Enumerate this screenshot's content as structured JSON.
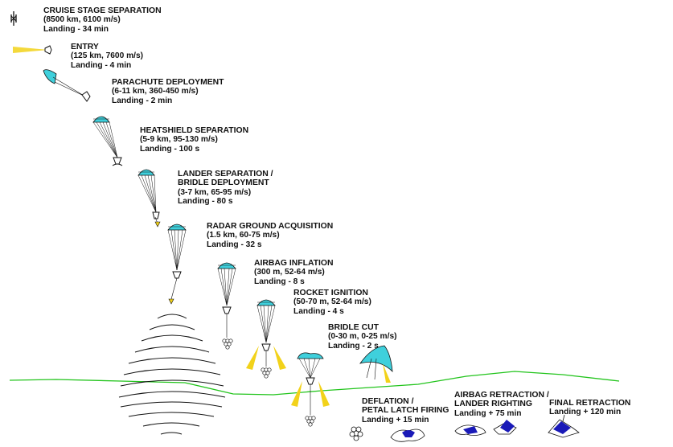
{
  "stages": [
    {
      "id": "cruise",
      "title": "CRUISE STAGE SEPARATION",
      "subtitle": "",
      "params": "(8500 km, 6100 m/s)",
      "timing": "Landing - 34 min"
    },
    {
      "id": "entry",
      "title": "ENTRY",
      "subtitle": "",
      "params": "(125 km, 7600 m/s)",
      "timing": "Landing - 4 min"
    },
    {
      "id": "parachute",
      "title": "PARACHUTE DEPLOYMENT",
      "subtitle": "",
      "params": "(6-11 km, 360-450 m/s)",
      "timing": "Landing - 2 min"
    },
    {
      "id": "heatshield",
      "title": "HEATSHIELD SEPARATION",
      "subtitle": "",
      "params": "(5-9 km, 95-130 m/s)",
      "timing": "Landing - 100 s"
    },
    {
      "id": "lander-sep",
      "title": "LANDER SEPARATION /",
      "subtitle": "BRIDLE DEPLOYMENT",
      "params": "(3-7 km, 65-95 m/s)",
      "timing": "Landing - 80 s"
    },
    {
      "id": "radar",
      "title": "RADAR GROUND ACQUISITION",
      "subtitle": "",
      "params": "(1.5 km, 60-75 m/s)",
      "timing": "Landing - 32 s"
    },
    {
      "id": "airbag",
      "title": "AIRBAG INFLATION",
      "subtitle": "",
      "params": "(300 m, 52-64 m/s)",
      "timing": "Landing - 8 s"
    },
    {
      "id": "rocket",
      "title": "ROCKET IGNITION",
      "subtitle": "",
      "params": "(50-70 m, 52-64 m/s)",
      "timing": "Landing -  4 s"
    },
    {
      "id": "bridle",
      "title": "BRIDLE CUT",
      "subtitle": "",
      "params": "(0-30 m, 0-25 m/s)",
      "timing": "Landing - 2 s"
    }
  ],
  "surface_stages": [
    {
      "id": "deflation",
      "title": "DEFLATION /",
      "subtitle": "PETAL LATCH FIRING",
      "timing": "Landing + 15 min"
    },
    {
      "id": "retraction",
      "title": "AIRBAG RETRACTION /",
      "subtitle": "LANDER RIGHTING",
      "timing": "Landing +   75 min"
    },
    {
      "id": "final",
      "title": "FINAL RETRACTION",
      "subtitle": "",
      "timing": "Landing +   120 min"
    }
  ],
  "colors": {
    "canopy": "#3fd0dc",
    "plume": "#f2d21a",
    "ground": "#22c41c",
    "lander": "#1a1ab8",
    "ink": "#111111"
  }
}
